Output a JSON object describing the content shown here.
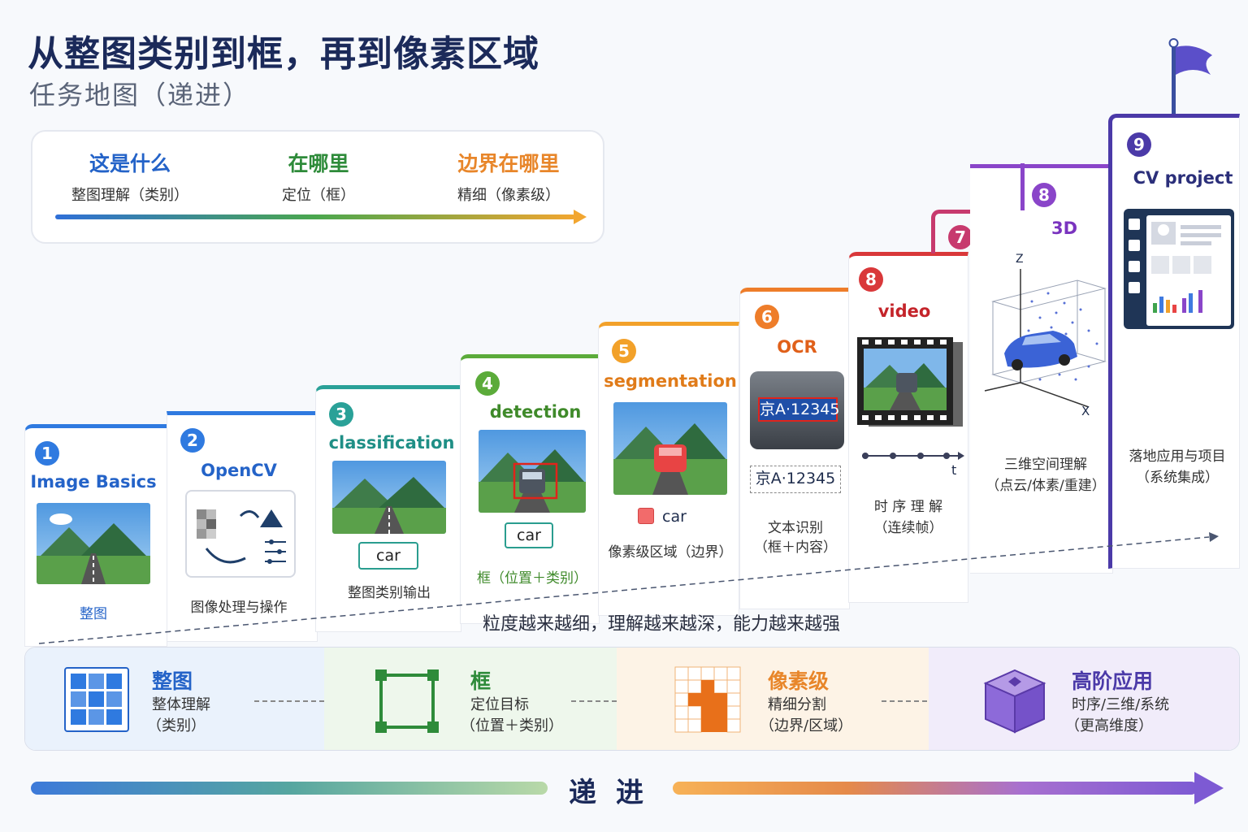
{
  "header": {
    "title": "从整图类别到框，再到像素区域",
    "subtitle": "任务地图（递进）"
  },
  "legend": [
    {
      "title": "这是什么",
      "sub": "整图理解（类别）",
      "color": "#2463c8"
    },
    {
      "title": "在哪里",
      "sub": "定位（框）",
      "color": "#2e8b3a"
    },
    {
      "title": "边界在哪里",
      "sub": "精细（像素级）",
      "color": "#e8862a"
    }
  ],
  "steps": [
    {
      "num": "1",
      "title": "Image Basics",
      "caption": "整图",
      "color": "#2f7ae0"
    },
    {
      "num": "2",
      "title": "OpenCV",
      "caption": "图像处理与操作",
      "color": "#2f7ae0"
    },
    {
      "num": "3",
      "title": "classification",
      "tag": "car",
      "caption": "整图类别输出",
      "color": "#2aa198"
    },
    {
      "num": "4",
      "title": "detection",
      "tag": "car",
      "caption": "框（位置＋类别）",
      "color": "#5bab3a"
    },
    {
      "num": "5",
      "title": "segmentation",
      "tag": "car",
      "caption": "像素级区域（边界）",
      "color": "#f2a12a"
    },
    {
      "num": "6",
      "title": "OCR",
      "plate": "京A·12345",
      "plate2": "京A·12345",
      "caption": "文本识别",
      "caption2": "（框＋内容）",
      "color": "#ee7d2a"
    },
    {
      "num": "8",
      "title": "video",
      "axis": "t",
      "caption": "时 序 理 解",
      "caption2": "（连续帧）",
      "color": "#d9383a"
    },
    {
      "num": "7",
      "title": "",
      "color": "#c73a6e"
    },
    {
      "num": "8",
      "title": "3D",
      "axis_z": "Z",
      "axis_x": "X",
      "caption": "三维空间理解",
      "caption2": "（点云/体素/重建）",
      "color": "#8a45c9"
    },
    {
      "num": "9",
      "title": "CV project",
      "caption": "落地应用与项目",
      "caption2": "（系统集成）",
      "color": "#4b3aa8"
    }
  ],
  "slope_text": "粒度越来越细，理解越来越深，能力越来越强",
  "band": [
    {
      "title": "整图",
      "l1": "整体理解",
      "l2": "（类别）",
      "color": "#2463c8"
    },
    {
      "title": "框",
      "l1": "定位目标",
      "l2": "（位置＋类别）",
      "color": "#2e8b3a"
    },
    {
      "title": "像素级",
      "l1": "精细分割",
      "l2": "（边界/区域）",
      "color": "#e8862a"
    },
    {
      "title": "高阶应用",
      "l1": "时序/三维/系统",
      "l2": "（更高维度）",
      "color": "#4b3aa8"
    }
  ],
  "bottom_label": "递进"
}
